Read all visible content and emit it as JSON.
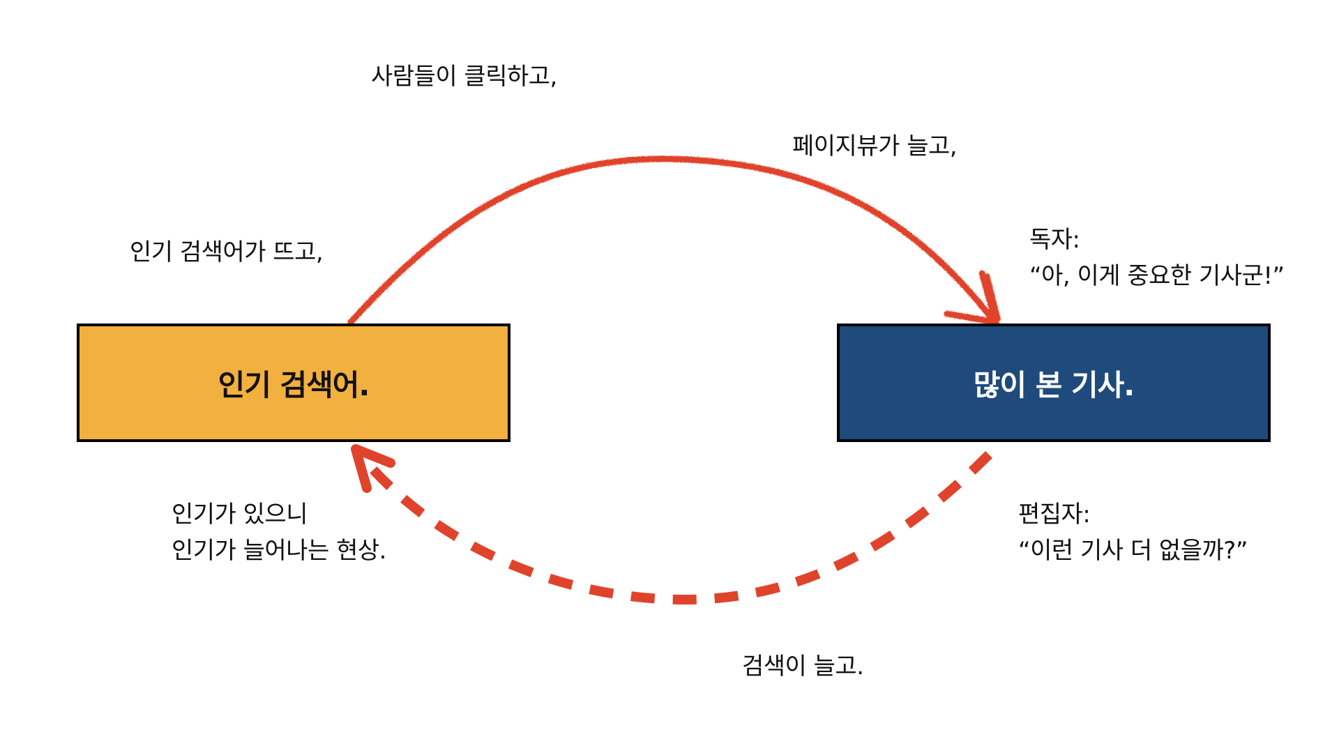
{
  "colors": {
    "accent_arrow": "#e0432b",
    "left_box_fill": "#f2b03e",
    "left_box_text": "#111111",
    "right_box_fill": "#1f4a7c",
    "right_box_text": "#ffffff",
    "border": "#000000"
  },
  "boxes": {
    "left": {
      "label": "인기 검색어."
    },
    "right": {
      "label": "많이 본 기사."
    }
  },
  "labels": {
    "click": "사람들이 클릭하고,",
    "pageviews": "페이지뷰가 늘고,",
    "trending": "인기 검색어가 뜨고,",
    "reader": {
      "line1": "독자:",
      "line2": "“아, 이게 중요한 기사군!”"
    },
    "popularity": {
      "line1": "인기가 있으니",
      "line2": "인기가 늘어나는 현상."
    },
    "editor": {
      "line1": "편집자:",
      "line2": "“이런 기사 더 없을까?”"
    },
    "search": "검색이 늘고."
  },
  "arrows": {
    "top": {
      "style": "solid-rough",
      "direction": "left-to-right"
    },
    "bottom": {
      "style": "dashed",
      "direction": "right-to-left"
    }
  }
}
